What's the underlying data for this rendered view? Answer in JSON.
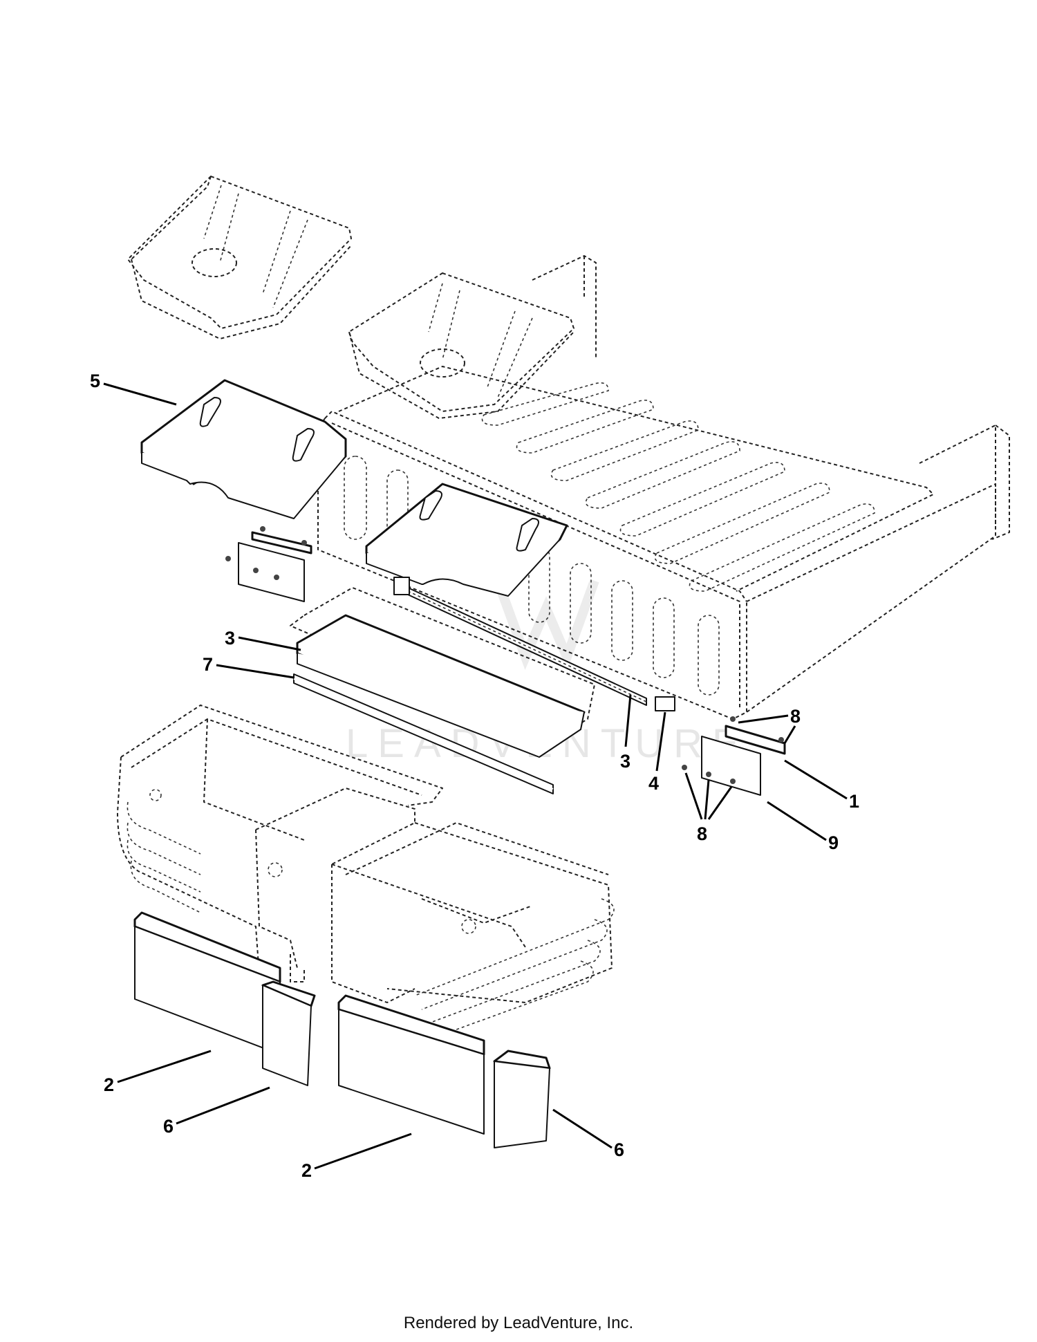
{
  "watermark": "LEADVENTURE",
  "callouts": {
    "c1": "1",
    "c2a": "2",
    "c2b": "2",
    "c3a": "3",
    "c3b": "3",
    "c4": "4",
    "c5": "5",
    "c6a": "6",
    "c6b": "6",
    "c7": "7",
    "c8a": "8",
    "c8b": "8",
    "c9": "9"
  },
  "footer": "Rendered by LeadVenture, Inc."
}
